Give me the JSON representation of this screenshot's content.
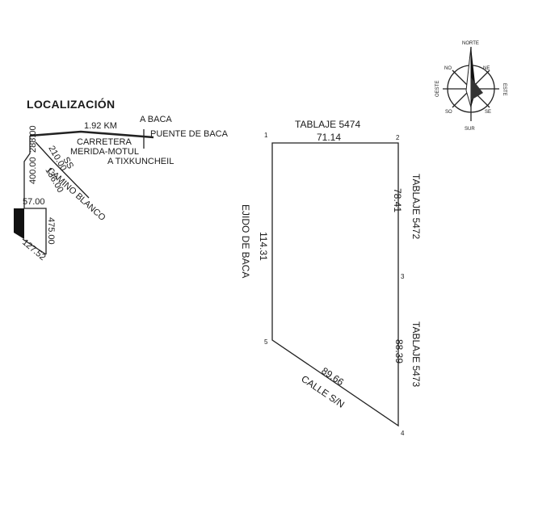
{
  "location_sketch": {
    "title": "LOCALIZACIÓN",
    "distance_km": "1.92 KM",
    "to_baca": "A BACA",
    "bridge": "PUENTE DE BACA",
    "highway_line1": "CARRETERA",
    "highway_line2": "MERIDA-MOTUL",
    "to_tixkuncheil": "A TIXKUNCHEIL",
    "road_name": "CAMINO BLANCO",
    "dim_288": "288.00",
    "dim_210": "210.00",
    "dim_136": "136.00",
    "dim_400": "400.00",
    "dim_57": "57.00",
    "dim_475": "475.00",
    "dim_127": "127.52",
    "dim_ss": "SS"
  },
  "parcel": {
    "north_label": "TABLAJE 5474",
    "north_dim": "71.14",
    "east_upper_label": "TABLAJE 5472",
    "east_upper_dim": "78.41",
    "east_lower_label": "TABLAJE 5473",
    "east_lower_dim": "88.39",
    "south_label": "CALLE S/N",
    "south_dim": "89.66",
    "west_label": "EJIDO DE BACA",
    "west_dim": "114.31",
    "vertices": [
      "1",
      "2",
      "3",
      "4",
      "5"
    ]
  },
  "compass": {
    "north": "NORTE",
    "south": "SUR",
    "ne": "NE",
    "no": "NO",
    "se": "SE",
    "so": "SO",
    "east": "ESTE",
    "west": "OESTE"
  }
}
